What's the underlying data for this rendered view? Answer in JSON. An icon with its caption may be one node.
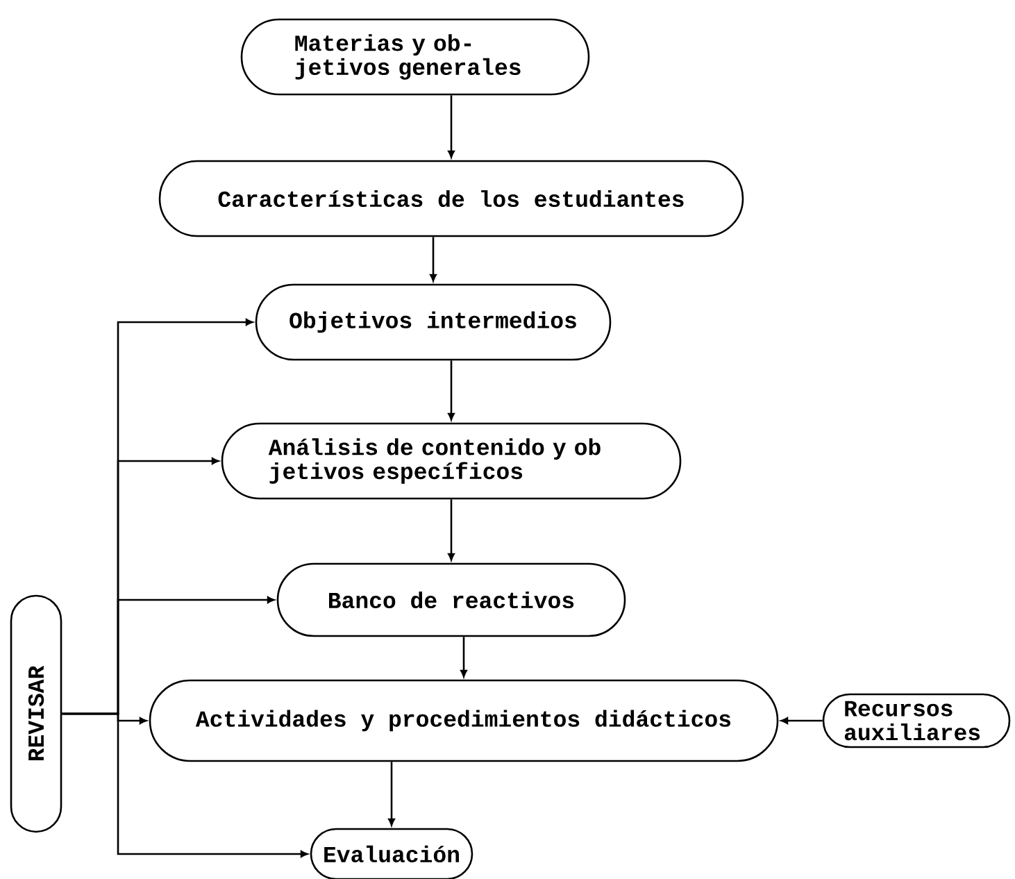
{
  "diagram": {
    "nodes": [
      {
        "text": [
          "Materias y ob- jetivos generales"
        ]
      },
      {
        "text": [
          "Características de los estudiantes"
        ]
      },
      {
        "text": [
          "Objetivos intermedios"
        ]
      },
      {
        "text": [
          "Análisis de contenido y ob jetivos específicos"
        ]
      },
      {
        "text": [
          "Banco de reactivos"
        ]
      },
      {
        "text": [
          "Actividades y procedimientos didácticos"
        ]
      },
      {
        "text": [
          "Recursos auxiliares"
        ]
      },
      {
        "text": [
          "Evaluación"
        ]
      },
      {
        "text": [
          "REVISAR"
        ]
      }
    ],
    "edges": [
      {
        "from": 0,
        "to": 1,
        "arrow": "to"
      },
      {
        "from": 1,
        "to": 2,
        "arrow": "to"
      },
      {
        "from": 2,
        "to": 3,
        "arrow": "to"
      },
      {
        "from": 3,
        "to": 4,
        "arrow": "to"
      },
      {
        "from": 4,
        "to": 5,
        "arrow": "to"
      },
      {
        "from": 5,
        "to": 7,
        "arrow": "to"
      },
      {
        "from": 6,
        "to": 5,
        "arrow": "to"
      },
      {
        "from": 8,
        "to": 2,
        "arrow": "to"
      },
      {
        "from": 8,
        "to": 3,
        "arrow": "to"
      },
      {
        "from": 8,
        "to": 4,
        "arrow": "to"
      },
      {
        "from": 8,
        "to": 5,
        "arrow": "to"
      },
      {
        "from": 8,
        "to": 7,
        "arrow": "to"
      }
    ]
  }
}
